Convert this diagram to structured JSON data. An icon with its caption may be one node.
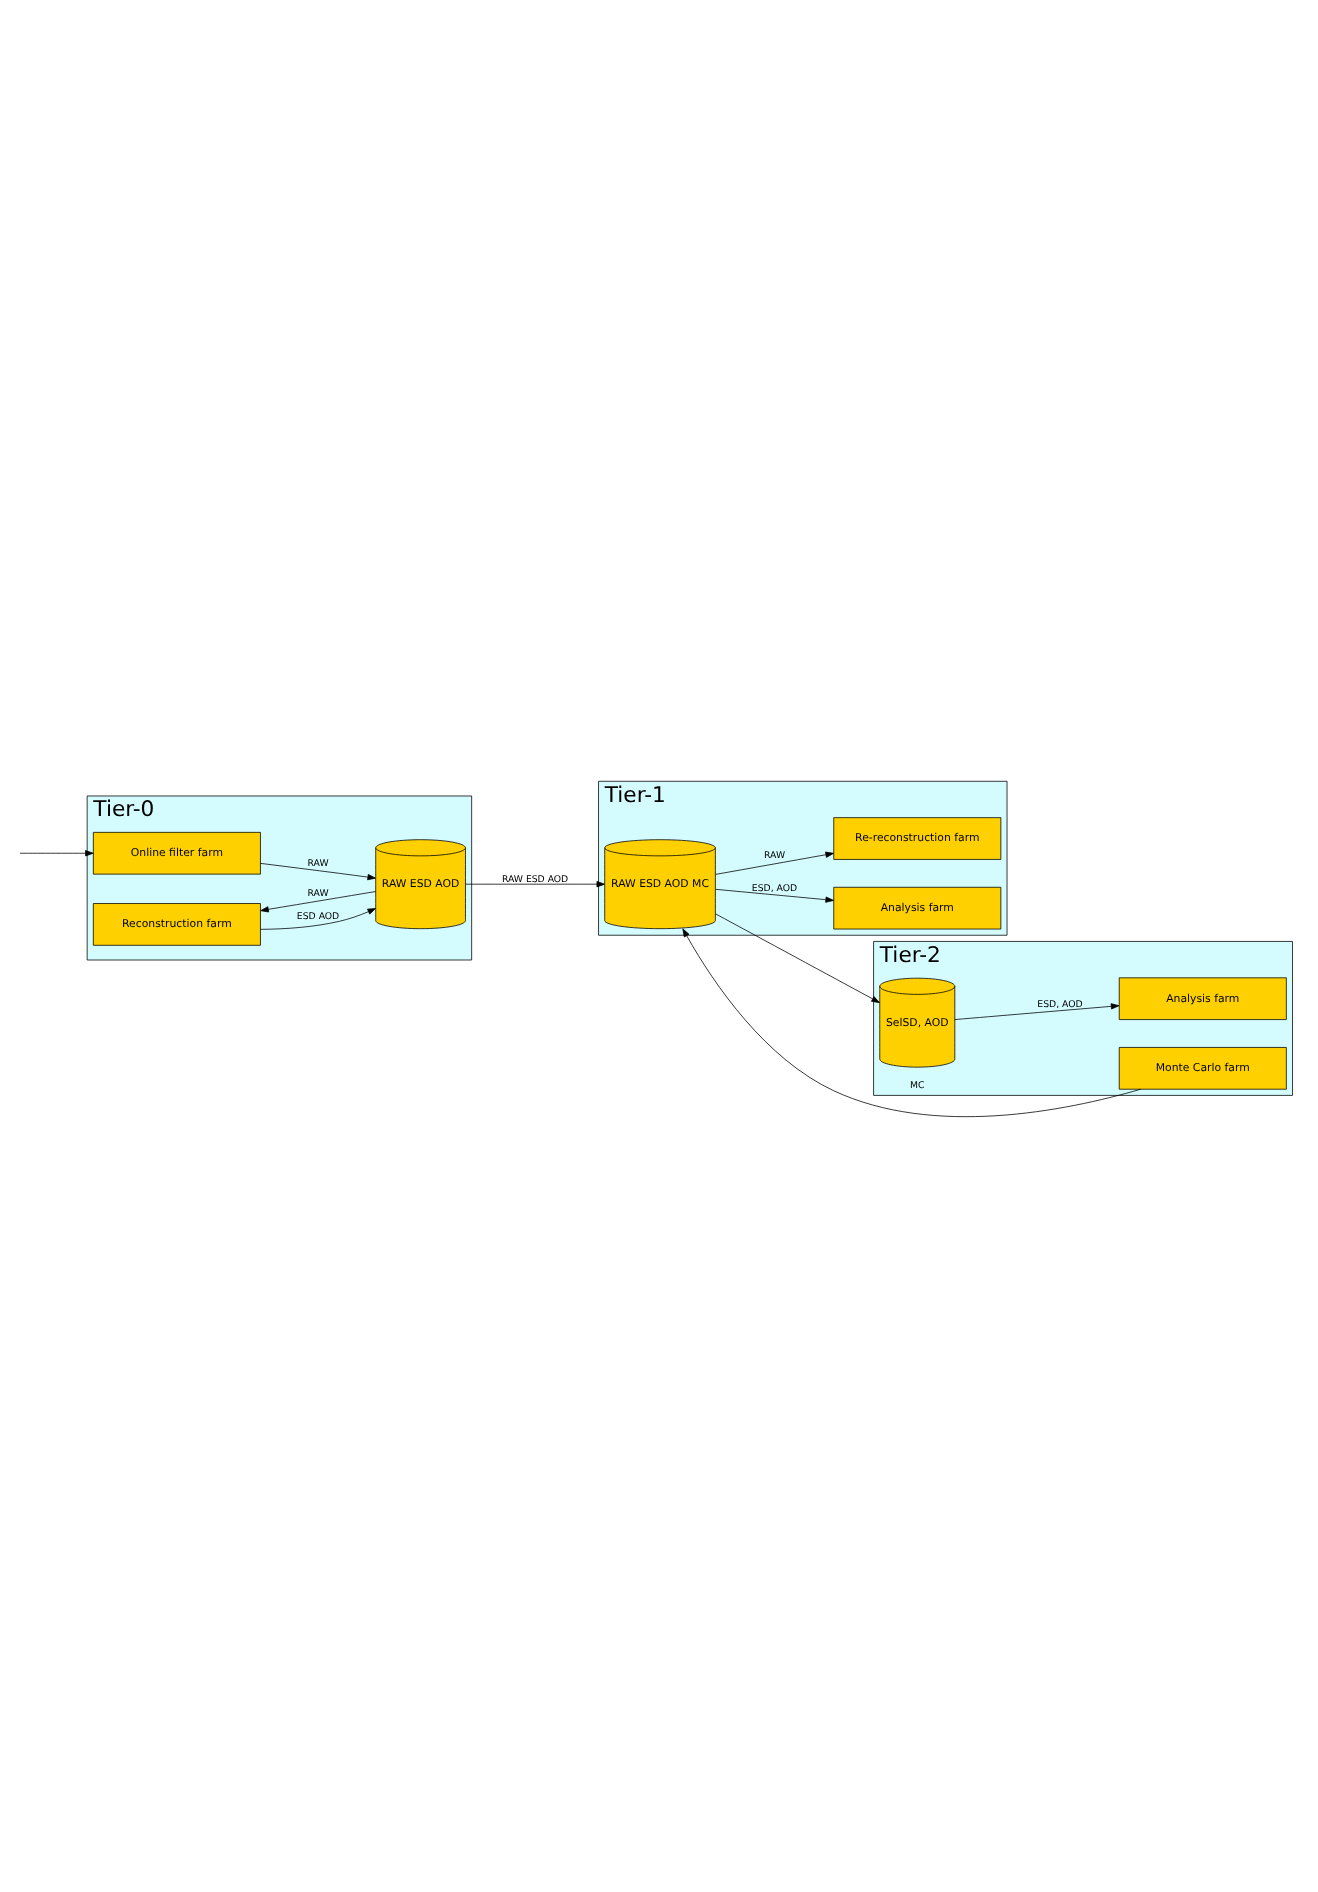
{
  "diagram": {
    "nodes": [
      {
        "text": [
          "Tier-0"
        ]
      },
      {
        "text": [
          "Online filter farm"
        ],
        "in": 0
      },
      {
        "text": [
          "Reconstruction farm"
        ],
        "in": 0
      },
      {
        "text": [
          "RAW ESD AOD"
        ],
        "in": 0
      },
      {
        "text": [
          "Tier-1"
        ]
      },
      {
        "text": [
          "Analysis farm"
        ],
        "in": 4
      },
      {
        "text": [
          "Re-reconstruction farm"
        ],
        "in": 4
      },
      {
        "text": [
          "RAW ESD AOD MC"
        ],
        "in": 4
      },
      {
        "text": [
          "Tier-2"
        ]
      },
      {
        "text": [
          "Analysis farm"
        ],
        "in": 8
      },
      {
        "text": [
          "Monte Carlo farm"
        ],
        "in": 8
      },
      {
        "text": [
          "SelSD, AOD"
        ],
        "in": 8
      }
    ],
    "edges": [
      {
        "from": null,
        "to": 1,
        "arrow": "to"
      },
      {
        "from": 1,
        "to": 3,
        "arrow": "to",
        "label": "RAW"
      },
      {
        "from": 3,
        "to": 2,
        "arrow": "to",
        "label": "RAW"
      },
      {
        "from": 2,
        "to": 3,
        "arrow": "to",
        "label": "ESD AOD"
      },
      {
        "from": 3,
        "to": 7,
        "arrow": "to",
        "label": "RAW ESD AOD"
      },
      {
        "from": 7,
        "to": 5,
        "arrow": "to",
        "label": "ESD, AOD"
      },
      {
        "from": 7,
        "to": 6,
        "arrow": "to",
        "label": "RAW"
      },
      {
        "from": 7,
        "to": 11,
        "arrow": "to"
      },
      {
        "from": 11,
        "to": 9,
        "arrow": "to",
        "label": "ESD, AOD"
      },
      {
        "from": 10,
        "to": 7,
        "arrow": "to",
        "label": "MC"
      }
    ]
  }
}
